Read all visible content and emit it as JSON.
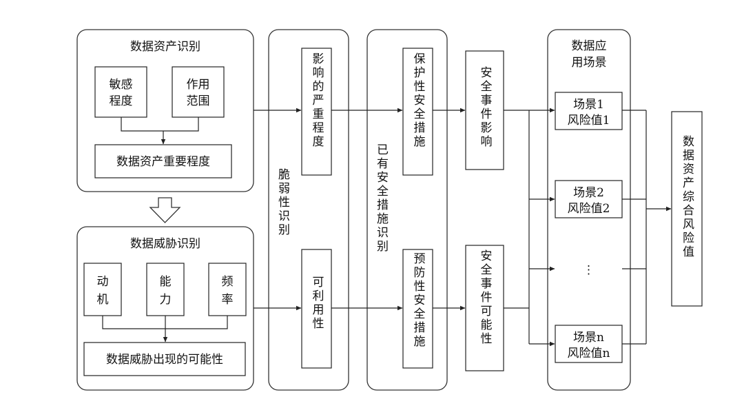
{
  "asset": {
    "group_title": "数据资产识别",
    "sensitivity": [
      "敏感",
      "程度"
    ],
    "scope": [
      "作用",
      "范围"
    ],
    "importance": "数据资产重要程度"
  },
  "threat": {
    "group_title": "数据威胁识别",
    "motive": [
      "动",
      "机"
    ],
    "capability": [
      "能",
      "力"
    ],
    "frequency": [
      "频",
      "率"
    ],
    "likelihood": "数据威胁出现的可能性"
  },
  "vulnerability": {
    "group_title": "脆弱性识别",
    "severity": "影响的严重程度",
    "exploitability": "可利用性"
  },
  "measures": {
    "group_title": "已有安全措施识别",
    "protective": "保护性安全措施",
    "preventive": "预防性安全措施"
  },
  "event": {
    "impact": "安全事件影响",
    "possibility": "安全事件可能性"
  },
  "scenarios": {
    "group_title": [
      "数据应",
      "用场景"
    ],
    "items": [
      [
        "场景1",
        "风险值1"
      ],
      [
        "场景2",
        "风险值2"
      ],
      [
        "场景n",
        "风险值n"
      ]
    ],
    "ellipsis": "⋮"
  },
  "result": "数据资产综合风险值"
}
